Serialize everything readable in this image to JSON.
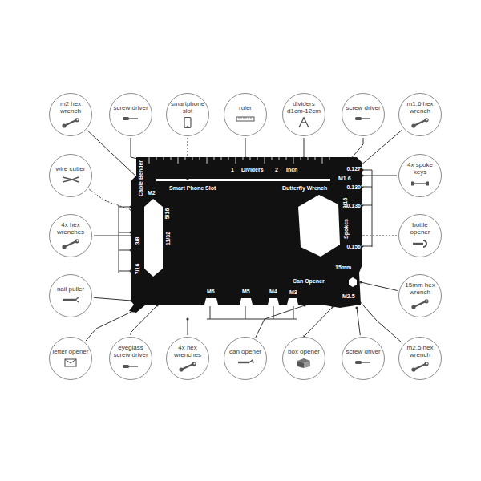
{
  "diagram": {
    "nodes": [
      {
        "text": [
          "Cable Bender",
          "M2",
          "Smart Phone Slot",
          "1",
          "Dividers",
          "2",
          "Inch",
          "Butterfly Wrench",
          "M1.6",
          "0.127\"",
          "0.130\"",
          "0.136\"",
          "0.156\"",
          "Spokes",
          "9/16",
          "5/16",
          "11/32",
          "3/8",
          "7/16",
          "M6",
          "M5",
          "M4",
          "M3",
          "Can Opener",
          "15mm",
          "M2.5"
        ]
      },
      {
        "text": [
          "m2 hex wrench"
        ]
      },
      {
        "text": [
          "screw driver"
        ]
      },
      {
        "text": [
          "smartphone slot"
        ]
      },
      {
        "text": [
          "ruler"
        ]
      },
      {
        "text": [
          "dividers d1cm-12cm"
        ]
      },
      {
        "text": [
          "screw driver"
        ]
      },
      {
        "text": [
          "m1.6 hex wrench"
        ]
      },
      {
        "text": [
          "wire cutter"
        ]
      },
      {
        "text": [
          "4x spoke keys"
        ]
      },
      {
        "text": [
          "4x hex wrenches"
        ]
      },
      {
        "text": [
          "bottle opener"
        ]
      },
      {
        "text": [
          "nail puller"
        ]
      },
      {
        "text": [
          "15mm hex wrench"
        ]
      },
      {
        "text": [
          "letter opener"
        ]
      },
      {
        "text": [
          "eyeglass screw driver"
        ]
      },
      {
        "text": [
          "4x hex wrenches"
        ]
      },
      {
        "text": [
          "can opener"
        ]
      },
      {
        "text": [
          "box opener"
        ]
      },
      {
        "text": [
          "screw driver"
        ]
      },
      {
        "text": [
          "m2.5 hex wrench"
        ]
      }
    ],
    "edges": [
      {
        "from": 1,
        "to": 0,
        "arrow": "none"
      },
      {
        "from": 2,
        "to": 0,
        "arrow": "none"
      },
      {
        "from": 3,
        "to": 0,
        "arrow": "none"
      },
      {
        "from": 4,
        "to": 0,
        "arrow": "none"
      },
      {
        "from": 5,
        "to": 0,
        "arrow": "none"
      },
      {
        "from": 6,
        "to": 0,
        "arrow": "none"
      },
      {
        "from": 7,
        "to": 0,
        "arrow": "none"
      },
      {
        "from": 8,
        "to": 0,
        "arrow": "none"
      },
      {
        "from": 9,
        "to": 0,
        "arrow": "none"
      },
      {
        "from": 10,
        "to": 0,
        "arrow": "none"
      },
      {
        "from": 11,
        "to": 0,
        "arrow": "none"
      },
      {
        "from": 12,
        "to": 0,
        "arrow": "none"
      },
      {
        "from": 13,
        "to": 0,
        "arrow": "none"
      },
      {
        "from": 14,
        "to": 0,
        "arrow": "none"
      },
      {
        "from": 15,
        "to": 0,
        "arrow": "none"
      },
      {
        "from": 16,
        "to": 0,
        "arrow": "none"
      },
      {
        "from": 17,
        "to": 0,
        "arrow": "none"
      },
      {
        "from": 18,
        "to": 0,
        "arrow": "none"
      },
      {
        "from": 19,
        "to": 0,
        "arrow": "none"
      },
      {
        "from": 20,
        "to": 0,
        "arrow": "none"
      }
    ]
  }
}
